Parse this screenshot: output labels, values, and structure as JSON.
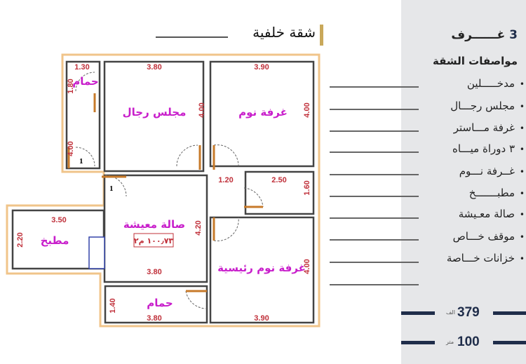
{
  "header": {
    "title": "شقة خلفية"
  },
  "panel": {
    "rooms_count": "3",
    "rooms_label": "غــــــرف",
    "specs_title": "مواصفات الشقة",
    "items": [
      "مدخـــــلين",
      "مجلس رجـــال",
      "غرفة مـــاستر",
      "٣ دوراة ميـــاه",
      "غــرفة نـــوم",
      "مطبـــــــخ",
      "صالة معـيشة",
      "موقف خـــاص",
      "خزانات خـــاصة"
    ],
    "price": "379",
    "price_unit": "الف",
    "area": "100",
    "area_unit": "متر",
    "accent_color": "#1f2d4a"
  },
  "plan": {
    "rooms": {
      "bath_top": "حمام",
      "majlis": "مجلس رجال",
      "bedroom": "غرفة نوم",
      "living": "صالة معيشة",
      "living_area": "١٠٠٫٧٣ م٢",
      "kitchen": "مطبخ",
      "master": "غرفة نوم رئيسية",
      "bath_bottom": "حمام"
    },
    "doors": [
      "1",
      "1"
    ],
    "dims": [
      "1.30",
      "3.80",
      "3.90",
      "1.80",
      "4.00",
      "4.00",
      "4.00",
      "1.20",
      "2.50",
      "1.60",
      "3.50",
      "2.20",
      "4.20",
      "3.80",
      "4.00",
      "1.40",
      "3.80",
      "3.90"
    ]
  }
}
